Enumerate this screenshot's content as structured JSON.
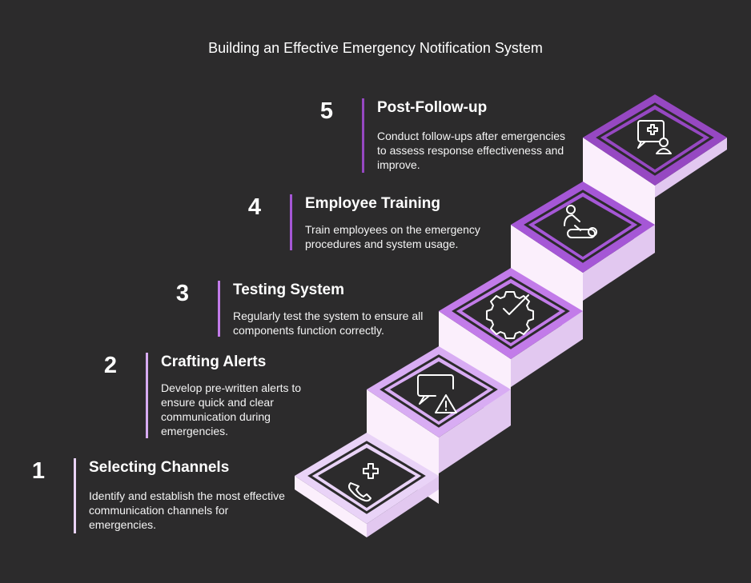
{
  "title": "Building an Effective Emergency Notification System",
  "colors": {
    "background": "#2c2b2c",
    "step1": "#e9d3f7",
    "step2": "#d8acf3",
    "step3": "#c27be9",
    "step4": "#a557d6",
    "step5": "#9648c2",
    "riser": "#fbeffc"
  },
  "steps": [
    {
      "number": "1",
      "heading": "Selecting Channels",
      "description": "Identify and establish the most effective communication channels for emergencies.",
      "icon": "phone-medical-icon"
    },
    {
      "number": "2",
      "heading": "Crafting Alerts",
      "description": "Develop pre-written alerts to ensure quick and clear communication during emergencies.",
      "icon": "message-alert-icon"
    },
    {
      "number": "3",
      "heading": "Testing System",
      "description": "Regularly test the system to ensure all components function correctly.",
      "icon": "gear-check-icon"
    },
    {
      "number": "4",
      "heading": "Employee Training",
      "description": "Train employees on the emergency procedures and system usage.",
      "icon": "cpr-training-icon"
    },
    {
      "number": "5",
      "heading": "Post-Follow-up",
      "description": "Conduct follow-ups after emergencies to assess response effectiveness and improve.",
      "icon": "medical-chat-user-icon"
    }
  ]
}
